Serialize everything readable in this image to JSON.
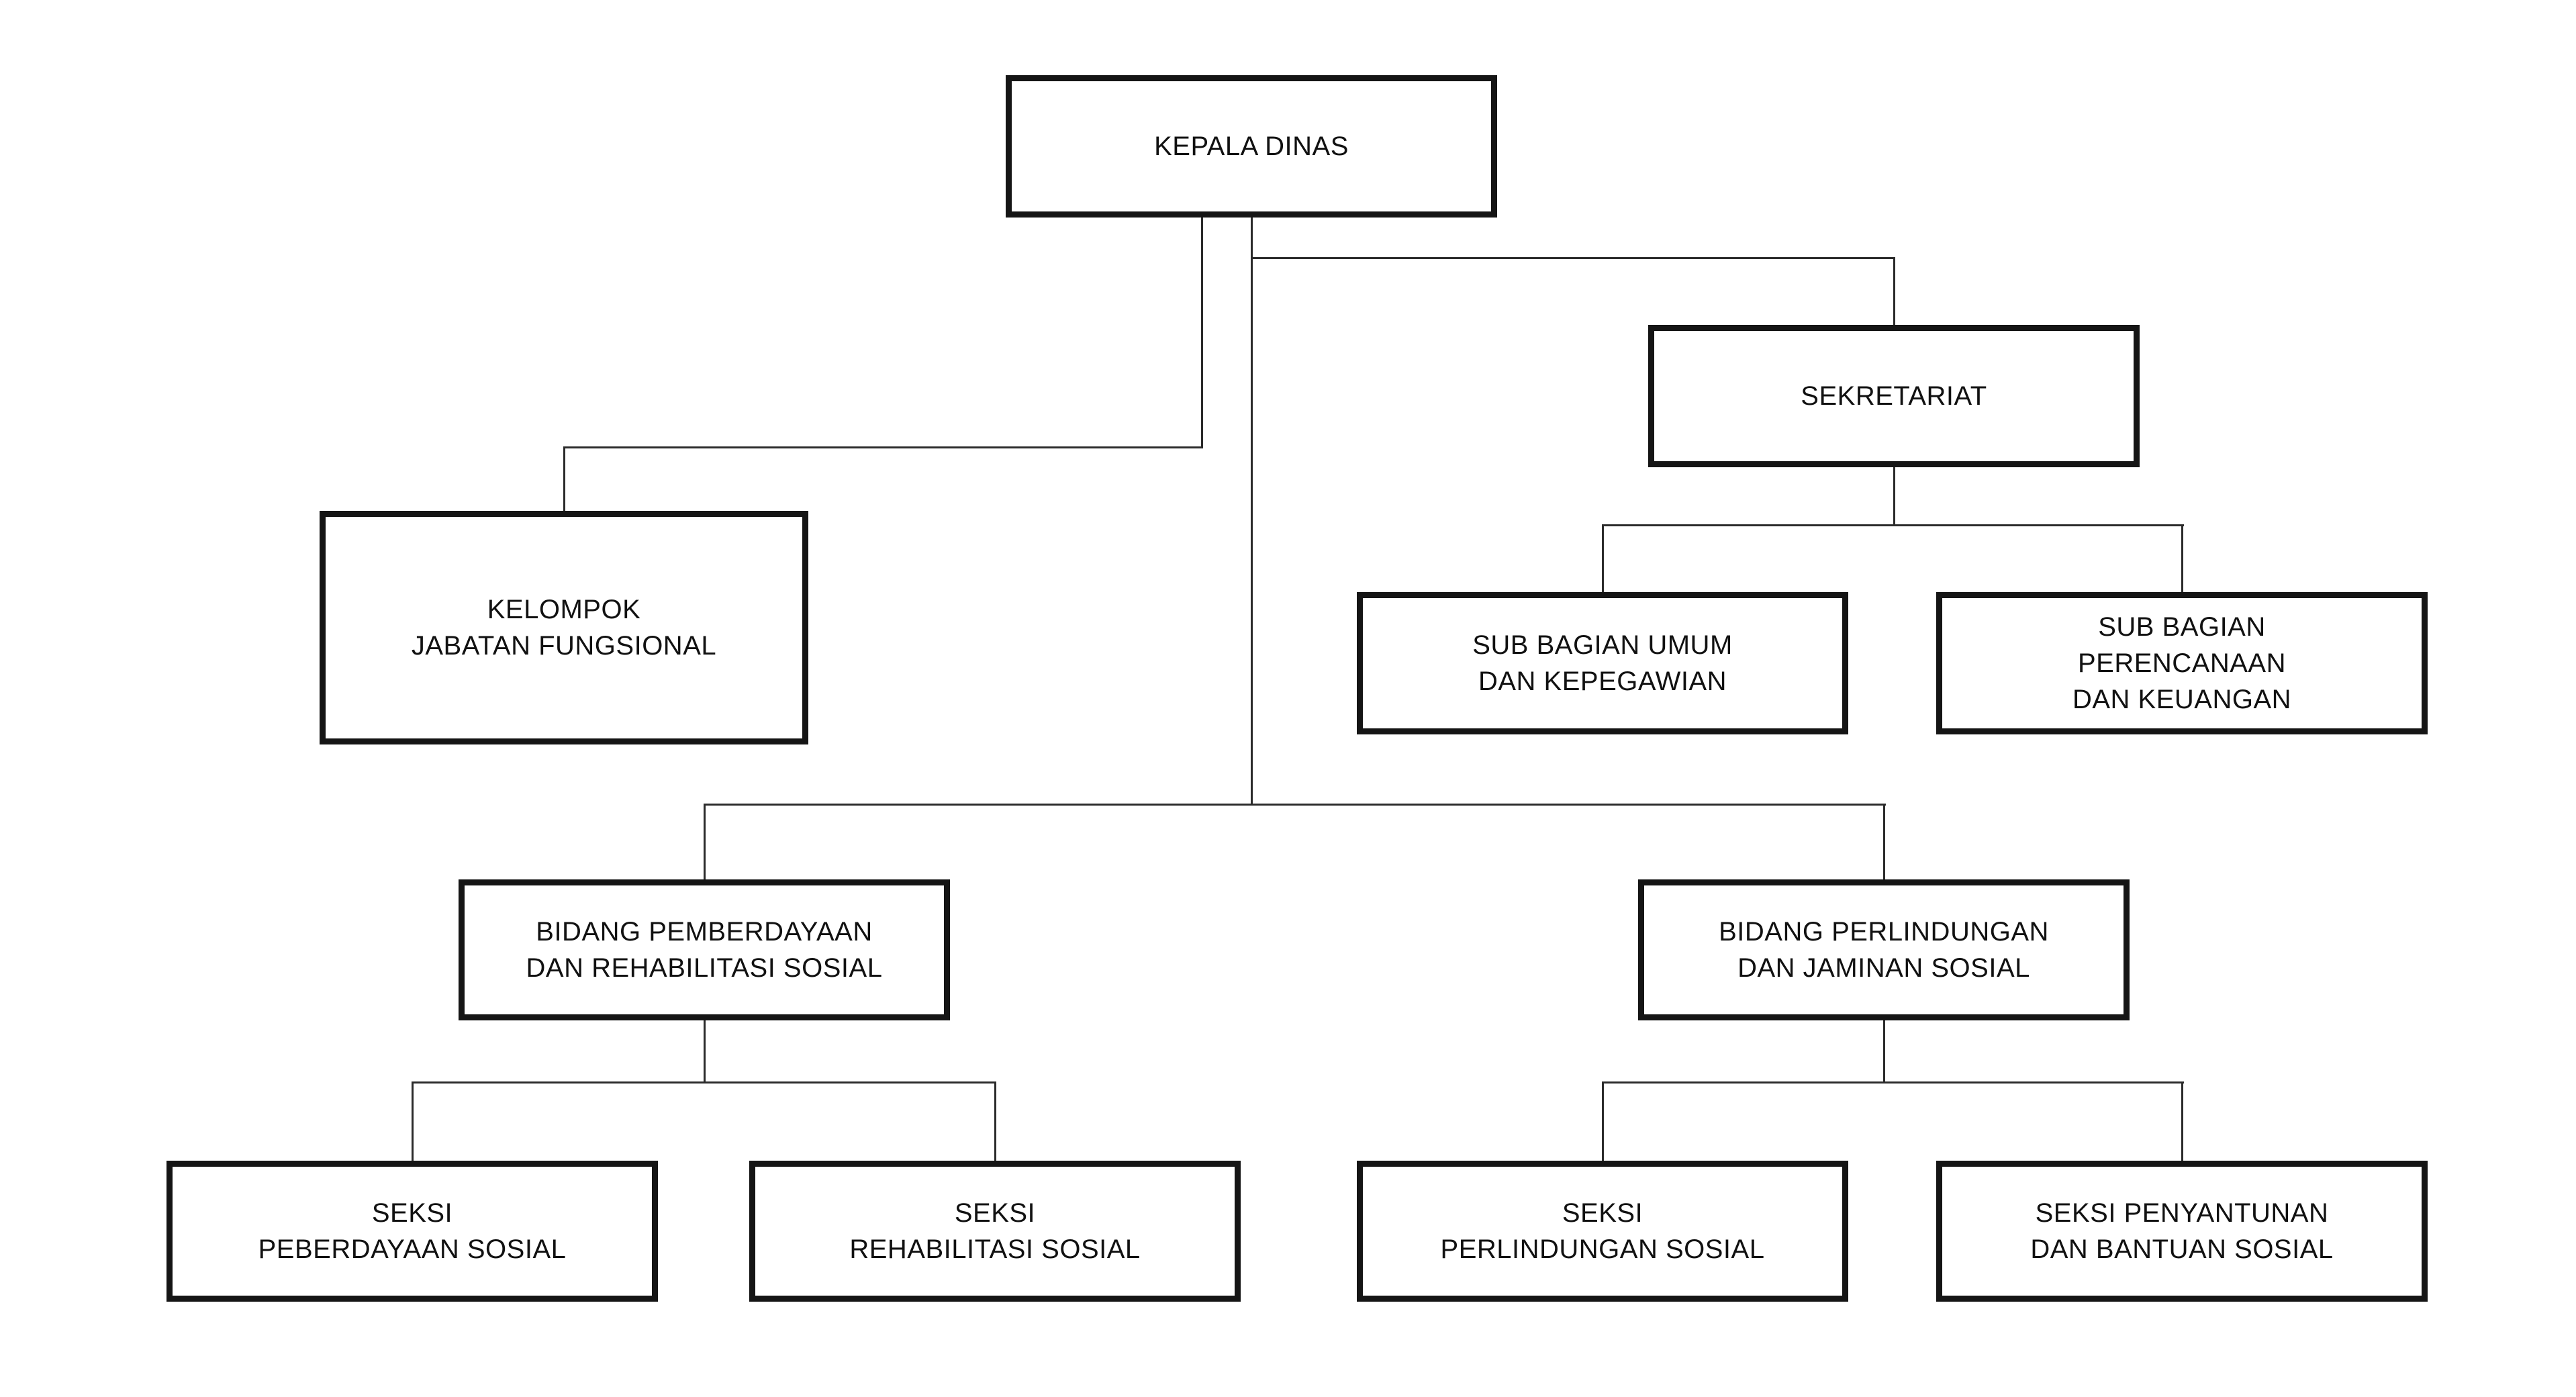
{
  "diagram": {
    "type": "org-chart",
    "background_color": "#ffffff",
    "box_fill_color": "#ffffff",
    "box_border_color": "#151515",
    "text_color": "#111111",
    "connector_color": "#2b2b2b",
    "nodes": [
      {
        "id": "kepala-dinas",
        "label": "KEPALA DINAS",
        "lines": [
          "KEPALA DINAS"
        ],
        "parent": null
      },
      {
        "id": "kelompok-jabatan-fungsional",
        "label": "KELOMPOK JABATAN FUNGSIONAL",
        "lines": [
          "KELOMPOK",
          "JABATAN FUNGSIONAL"
        ],
        "parent": "kepala-dinas"
      },
      {
        "id": "sekretariat",
        "label": "SEKRETARIAT",
        "lines": [
          "SEKRETARIAT"
        ],
        "parent": "kepala-dinas"
      },
      {
        "id": "sub-bagian-umum-dan-kepegawian",
        "label": "SUB BAGIAN UMUM DAN KEPEGAWIAN",
        "lines": [
          "SUB BAGIAN UMUM",
          "DAN KEPEGAWIAN"
        ],
        "parent": "sekretariat"
      },
      {
        "id": "sub-bagian-perencanaan-dan-keuangan",
        "label": "SUB BAGIAN PERENCANAAN DAN KEUANGAN",
        "lines": [
          "SUB BAGIAN",
          "PERENCANAAN",
          "DAN KEUANGAN"
        ],
        "parent": "sekretariat"
      },
      {
        "id": "bidang-pemberdayaan-dan-rehabilitasi-sosial",
        "label": "BIDANG PEMBERDAYAAN DAN REHABILITASI SOSIAL",
        "lines": [
          "BIDANG PEMBERDAYAAN",
          "DAN REHABILITASI SOSIAL"
        ],
        "parent": "kepala-dinas"
      },
      {
        "id": "bidang-perlindungan-dan-jaminan-sosial",
        "label": "BIDANG PERLINDUNGAN DAN JAMINAN SOSIAL",
        "lines": [
          "BIDANG PERLINDUNGAN",
          "DAN JAMINAN SOSIAL"
        ],
        "parent": "kepala-dinas"
      },
      {
        "id": "seksi-peberdayaan-sosial",
        "label": "SEKSI PEBERDAYAAN SOSIAL",
        "lines": [
          "SEKSI",
          "PEBERDAYAAN SOSIAL"
        ],
        "parent": "bidang-pemberdayaan-dan-rehabilitasi-sosial"
      },
      {
        "id": "seksi-rehabilitasi-sosial",
        "label": "SEKSI REHABILITASI SOSIAL",
        "lines": [
          "SEKSI",
          "REHABILITASI SOSIAL"
        ],
        "parent": "bidang-pemberdayaan-dan-rehabilitasi-sosial"
      },
      {
        "id": "seksi-perlindungan-sosial",
        "label": "SEKSI PERLINDUNGAN SOSIAL",
        "lines": [
          "SEKSI",
          "PERLINDUNGAN SOSIAL"
        ],
        "parent": "bidang-perlindungan-dan-jaminan-sosial"
      },
      {
        "id": "seksi-penyantunan-dan-bantuan-sosial",
        "label": "SEKSI PENYANTUNAN DAN BANTUAN SOSIAL",
        "lines": [
          "SEKSI PENYANTUNAN",
          "DAN BANTUAN SOSIAL"
        ],
        "parent": "bidang-perlindungan-dan-jaminan-sosial"
      }
    ],
    "edges": [
      {
        "from": "kepala-dinas",
        "to": "kelompok-jabatan-fungsional"
      },
      {
        "from": "kepala-dinas",
        "to": "sekretariat"
      },
      {
        "from": "kepala-dinas",
        "to": "bidang-pemberdayaan-dan-rehabilitasi-sosial"
      },
      {
        "from": "kepala-dinas",
        "to": "bidang-perlindungan-dan-jaminan-sosial"
      },
      {
        "from": "sekretariat",
        "to": "sub-bagian-umum-dan-kepegawian"
      },
      {
        "from": "sekretariat",
        "to": "sub-bagian-perencanaan-dan-keuangan"
      },
      {
        "from": "bidang-pemberdayaan-dan-rehabilitasi-sosial",
        "to": "seksi-peberdayaan-sosial"
      },
      {
        "from": "bidang-pemberdayaan-dan-rehabilitasi-sosial",
        "to": "seksi-rehabilitasi-sosial"
      },
      {
        "from": "bidang-perlindungan-dan-jaminan-sosial",
        "to": "seksi-perlindungan-sosial"
      },
      {
        "from": "bidang-perlindungan-dan-jaminan-sosial",
        "to": "seksi-penyantunan-dan-bantuan-sosial"
      }
    ]
  }
}
